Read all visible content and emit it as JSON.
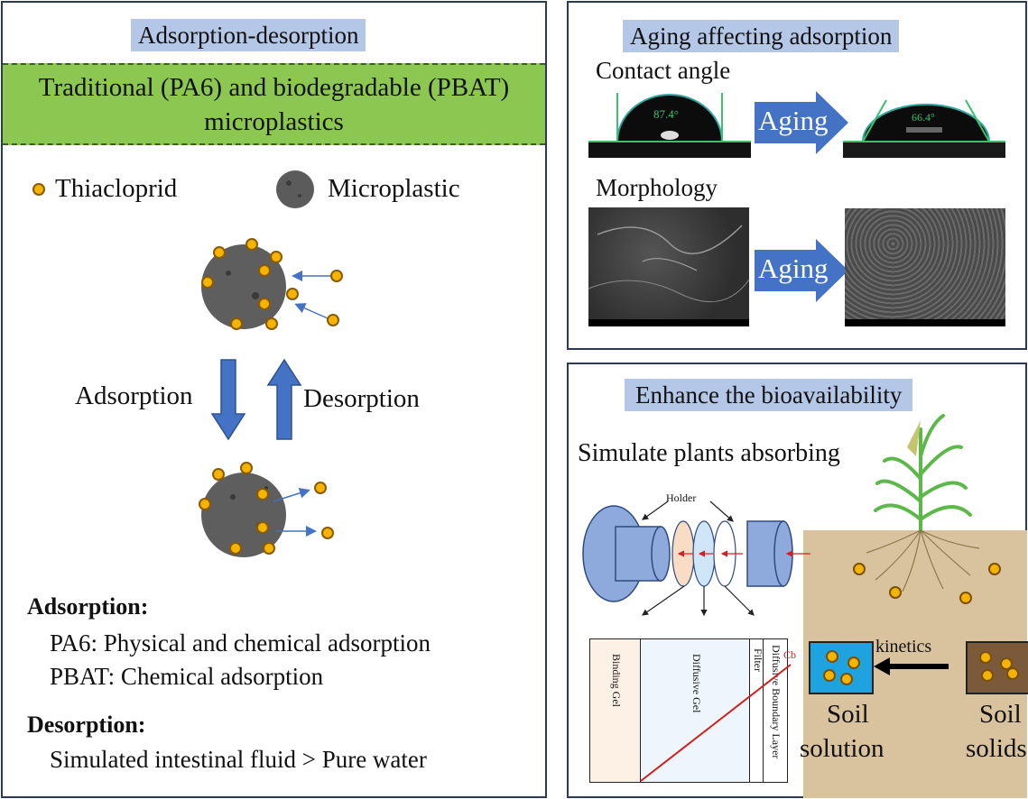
{
  "left_panel": {
    "title": "Adsorption-desorption",
    "banner_line1": "Traditional (PA6) and biodegradable (PBAT)",
    "banner_line2": "microplastics",
    "legend": {
      "thiacloprid_label": "Thiacloprid",
      "microplastic_label": "Microplastic"
    },
    "process": {
      "adsorption_label": "Adsorption",
      "desorption_label": "Desorption"
    },
    "summary": {
      "adsorption_heading": "Adsorption:",
      "adsorption_items": [
        "PA6: Physical and chemical adsorption",
        "PBAT: Chemical adsorption"
      ],
      "desorption_heading": "Desorption:",
      "desorption_items": [
        "Simulated intestinal fluid > Pure water"
      ]
    }
  },
  "top_right_panel": {
    "title": "Aging affecting adsorption",
    "contact_angle_label": "Contact angle",
    "angle_before": "87.4°",
    "angle_after": "66.4°",
    "arrow_label_1": "Aging",
    "morphology_label": "Morphology",
    "arrow_label_2": "Aging"
  },
  "bottom_right_panel": {
    "title": "Enhance the bioavailability",
    "subtitle": "Simulate plants absorbing",
    "dgt": {
      "holder_label": "Holder",
      "layers": [
        "Binding Gel",
        "Diffusive Gel",
        "Filter",
        "Diffusive Boundary Layer"
      ],
      "concentration_label": "Cb"
    },
    "soil": {
      "kinetics_label": "kinetics",
      "solution_line1": "Soil",
      "solution_line2": "solution",
      "solids_line1": "Soil",
      "solids_line2": "solids"
    }
  },
  "colors": {
    "panel_border": "#2b3a55",
    "title_chip": "#b4c7e7",
    "banner_green": "#8cc751",
    "thiacloprid": "#f4b400",
    "arrow_blue": "#4472c4",
    "soil": "#d9c29e",
    "soil_solution": "#1fa3e0",
    "soil_solids": "#7a5a3a"
  }
}
